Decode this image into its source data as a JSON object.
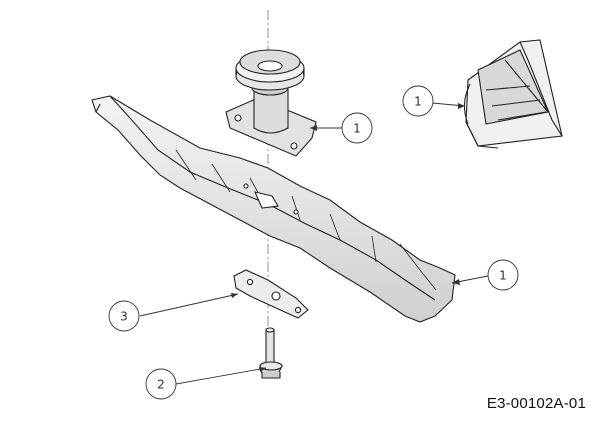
{
  "diagram": {
    "reference_code": "E3-00102A-01",
    "callouts": [
      {
        "id": "adapter",
        "label": "1"
      },
      {
        "id": "mulch-deflector",
        "label": "1"
      },
      {
        "id": "blade",
        "label": "1"
      },
      {
        "id": "stiffener",
        "label": "3"
      },
      {
        "id": "bolt",
        "label": "2"
      }
    ]
  }
}
